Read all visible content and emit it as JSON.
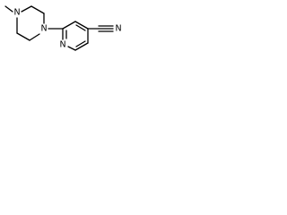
{
  "structure": {
    "atoms": {
      "piperazine_n_methyl": "N",
      "piperazine_n_aryl": "N",
      "pyridine_n": "N",
      "nitrile_n": "N"
    },
    "bond_color": "#000000",
    "label_color": "#000000"
  }
}
